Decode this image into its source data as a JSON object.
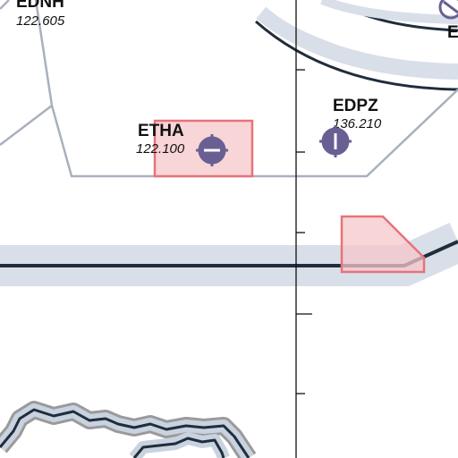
{
  "map": {
    "colors": {
      "background": "#ffffff",
      "route_band": "#d8dfe9",
      "route_line": "#1f2d3d",
      "airspace_boundary": "#a9b0be",
      "restricted_fill": "#f6c7c9",
      "restricted_stroke": "#e8727a",
      "airfield_symbol": "#6a5f92",
      "meridian": "#111111",
      "coast_halo": "#c9d2df",
      "coast_shadow": "#9a9a9a"
    },
    "airfields": [
      {
        "id": "EDNH",
        "frequency": "122.605",
        "icon": "airfield-partial-icon"
      },
      {
        "id": "ETHA",
        "frequency": "122.100",
        "icon": "military-airfield-icon",
        "runway": "horizontal"
      },
      {
        "id": "EDPZ",
        "frequency": "136.210",
        "icon": "airfield-icon",
        "runway": "vertical"
      },
      {
        "id": "E",
        "frequency": "",
        "icon": "airfield-partial-icon"
      }
    ]
  }
}
